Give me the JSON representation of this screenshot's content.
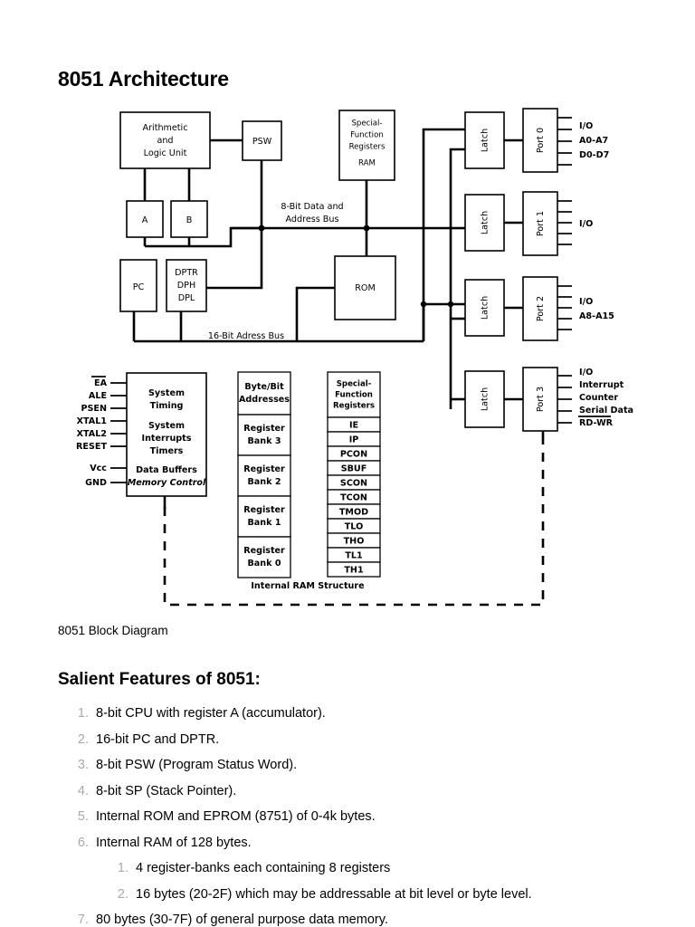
{
  "document": {
    "title": "8051 Architecture",
    "figure_caption": "8051 Block Diagram",
    "section_title": "Salient Features of 8051:"
  },
  "diagram": {
    "blocks": {
      "alu": "Arithmetic\nand\nLogic Unit",
      "alu_line1": "Arithmetic",
      "alu_line2": "and",
      "alu_line3": "Logic Unit",
      "psw": "PSW",
      "reg_a": "A",
      "reg_b": "B",
      "pc": "PC",
      "dptr_line1": "DPTR",
      "dptr_line2": "DPH",
      "dptr_line3": "DPL",
      "sfr_ram_line1": "Special-",
      "sfr_ram_line2": "Function",
      "sfr_ram_line3": "Registers",
      "sfr_ram_line4": "RAM",
      "rom": "ROM",
      "latch": "Latch",
      "port0": "Port 0",
      "port1": "Port 1",
      "port2": "Port 2",
      "port3": "Port 3",
      "system_line1": "System",
      "system_line2": "Timing",
      "system_line3": "System",
      "system_line4": "Interrupts",
      "system_line5": "Timers",
      "system_line6": "Data Buffers",
      "system_line7": "Memory Control"
    },
    "bus_labels": {
      "data_bus_line1": "8-Bit Data and",
      "data_bus_line2": "Address Bus",
      "address_bus": "16-Bit Adress Bus"
    },
    "pins_left": [
      {
        "label": "EA",
        "overbar": true
      },
      {
        "label": "ALE",
        "overbar": false
      },
      {
        "label": "PSEN",
        "overbar": false
      },
      {
        "label": "XTAL1",
        "overbar": false
      },
      {
        "label": "XTAL2",
        "overbar": false
      },
      {
        "label": "RESET",
        "overbar": false
      },
      {
        "label": "Vcc",
        "overbar": false
      },
      {
        "label": "GND",
        "overbar": false
      }
    ],
    "port_io_labels": {
      "port0": [
        "I/O",
        "A0-A7",
        "D0-D7"
      ],
      "port1": [
        "I/O"
      ],
      "port2": [
        "I/O",
        "A8-A15"
      ],
      "port3": [
        "I/O",
        "Interrupt",
        "Counter",
        "Serial Data",
        "RD-WR"
      ]
    },
    "ram_structure": {
      "caption": "Internal RAM Structure",
      "byte_bit_line1": "Byte/Bit",
      "byte_bit_line2": "Addresses",
      "banks": [
        {
          "line1": "Register",
          "line2": "Bank 3"
        },
        {
          "line1": "Register",
          "line2": "Bank 2"
        },
        {
          "line1": "Register",
          "line2": "Bank 1"
        },
        {
          "line1": "Register",
          "line2": "Bank 0"
        }
      ],
      "sfr_header": {
        "line1": "Special-",
        "line2": "Function",
        "line3": "Registers"
      },
      "sfr_registers": [
        "IE",
        "IP",
        "PCON",
        "SBUF",
        "SCON",
        "TCON",
        "TMOD",
        "TLO",
        "THO",
        "TL1",
        "TH1"
      ]
    }
  },
  "features": [
    {
      "text": "8-bit CPU with register A (accumulator)."
    },
    {
      "text": "16-bit PC and DPTR."
    },
    {
      "text": "8-bit PSW (Program Status Word)."
    },
    {
      "text": "8-bit SP (Stack Pointer)."
    },
    {
      "text": "Internal ROM and EPROM (8751) of 0-4k bytes."
    },
    {
      "text": "Internal RAM of 128 bytes.",
      "sub": [
        {
          "text": "4 register-banks each containing 8 registers"
        },
        {
          "text": "16 bytes (20-2F) which may be addressable at bit level or byte level."
        }
      ]
    },
    {
      "text": "80 bytes (30-7F) of general purpose data memory."
    }
  ],
  "colors": {
    "ink": "#000000",
    "paper": "#ffffff",
    "list_marker": "#a8a8a8"
  }
}
